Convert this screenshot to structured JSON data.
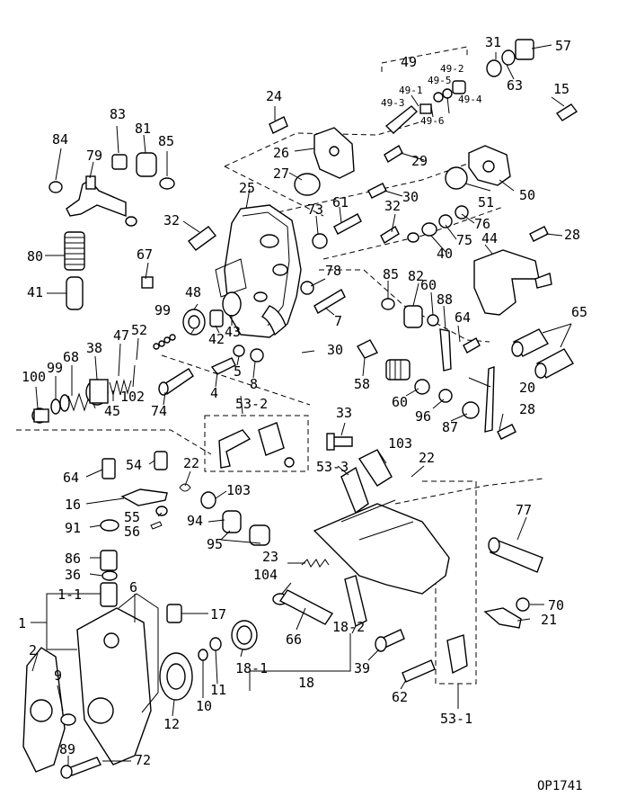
{
  "figure_code": "OP1741",
  "labels": {
    "l1": "1",
    "l1_1": "1-1",
    "l2": "2",
    "l4": "4",
    "l5": "5",
    "l6": "6",
    "l7": "7",
    "l8": "8",
    "l9": "9",
    "l10": "10",
    "l11": "11",
    "l12": "12",
    "l15": "15",
    "l16": "16",
    "l17": "17",
    "l18": "18",
    "l18_1": "18-1",
    "l18_2": "18-2",
    "l20": "20",
    "l21": "21",
    "l22a": "22",
    "l22b": "22",
    "l23": "23",
    "l24": "24",
    "l25": "25",
    "l26": "26",
    "l27": "27",
    "l28a": "28",
    "l28b": "28",
    "l29": "29",
    "l30a": "30",
    "l30b": "30",
    "l31": "31",
    "l32a": "32",
    "l32b": "32",
    "l33": "33",
    "l36": "36",
    "l38": "38",
    "l39": "39",
    "l40": "40",
    "l41": "41",
    "l42": "42",
    "l43": "43",
    "l44": "44",
    "l45": "45",
    "l47": "47",
    "l48": "48",
    "l49": "49",
    "l49_1": "49-1",
    "l49_2": "49-2",
    "l49_3": "49-3",
    "l49_4": "49-4",
    "l49_5": "49-5",
    "l49_6": "49-6",
    "l50": "50",
    "l51": "51",
    "l52": "52",
    "l53_1": "53-1",
    "l53_2": "53-2",
    "l53_3": "53-3",
    "l54": "54",
    "l55": "55",
    "l56": "56",
    "l57": "57",
    "l58": "58",
    "l60a": "60",
    "l60b": "60",
    "l61": "61",
    "l62": "62",
    "l63": "63",
    "l64a": "64",
    "l64b": "64",
    "l65": "65",
    "l66": "66",
    "l67": "67",
    "l68": "68",
    "l70": "70",
    "l72": "72",
    "l73": "73",
    "l74": "74",
    "l75": "75",
    "l76": "76",
    "l77": "77",
    "l78": "78",
    "l79": "79",
    "l80": "80",
    "l81": "81",
    "l82": "82",
    "l83": "83",
    "l84": "84",
    "l85a": "85",
    "l85b": "85",
    "l86": "86",
    "l87": "87",
    "l88": "88",
    "l89": "89",
    "l91": "91",
    "l94": "94",
    "l95": "95",
    "l96": "96",
    "l99a": "99",
    "l99b": "99",
    "l100": "100",
    "l102": "102",
    "l103a": "103",
    "l103b": "103",
    "l104": "104"
  }
}
